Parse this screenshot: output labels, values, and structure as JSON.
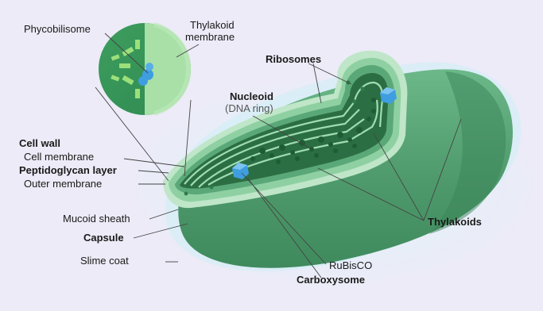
{
  "diagram": {
    "labels": {
      "phycobilisome": "Phycobilisome",
      "thylakoid_membrane_line1": "Thylakoid",
      "thylakoid_membrane_line2": "membrane",
      "ribosomes": "Ribosomes",
      "nucleoid": "Nucleoid",
      "dna_ring": "(DNA ring)",
      "cell_wall": "Cell wall",
      "cell_membrane": "Cell membrane",
      "peptidoglycan": "Peptidoglycan layer",
      "outer_membrane": "Outer membrane",
      "mucoid_sheath": "Mucoid sheath",
      "capsule": "Capsule",
      "slime_coat": "Slime coat",
      "thylakoids": "Thylakoids",
      "rubisco": "RuBisCO",
      "carboxysome": "Carboxysome"
    },
    "colors": {
      "background": "#ecebf7",
      "cell_body": "#4f9a6c",
      "interior": "#2c6e43",
      "layers": "#a9dbb8",
      "carboxysome": "#3f9ee0",
      "dna": "#1e5c35"
    }
  }
}
